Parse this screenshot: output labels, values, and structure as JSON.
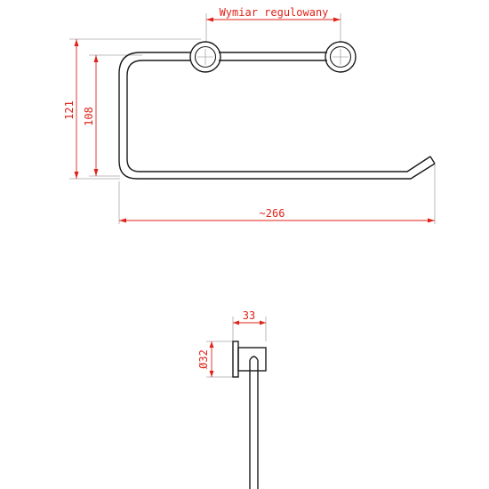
{
  "drawing": {
    "dimensions": {
      "adjustable_label": "Wymiar regulowany",
      "height_outer": "121",
      "height_inner": "108",
      "width_total": "~266",
      "depth": "33",
      "diameter": "Ø32"
    },
    "colors": {
      "dimension": "#e0231a",
      "extension": "#a8a8a8",
      "object": "#1a1a1a"
    }
  }
}
